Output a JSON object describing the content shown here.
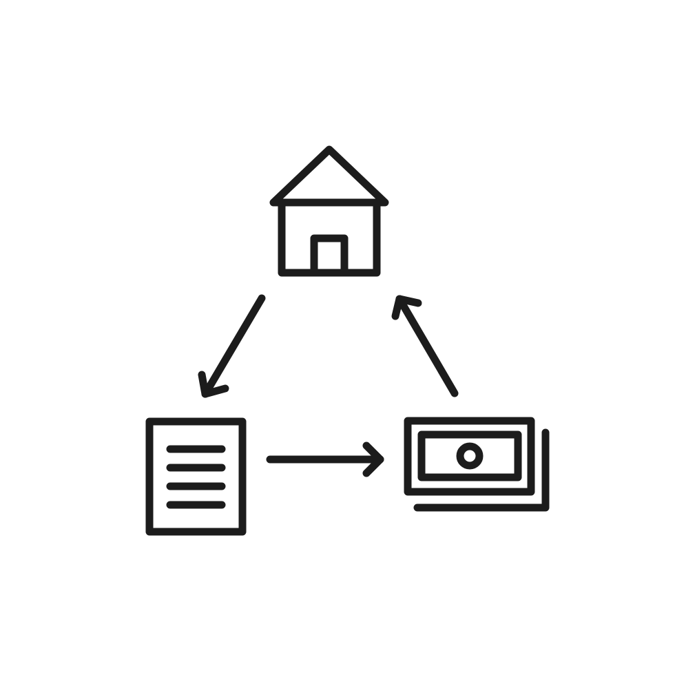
{
  "diagram": {
    "nodes": [
      {
        "id": "house",
        "icon": "house-icon"
      },
      {
        "id": "document",
        "icon": "document-icon"
      },
      {
        "id": "money",
        "icon": "banknotes-icon"
      }
    ],
    "edges": [
      {
        "from": "house",
        "to": "document"
      },
      {
        "from": "document",
        "to": "money"
      },
      {
        "from": "money",
        "to": "house"
      }
    ],
    "colors": {
      "stroke": "#1c1c1c",
      "background": "#ffffff"
    }
  }
}
